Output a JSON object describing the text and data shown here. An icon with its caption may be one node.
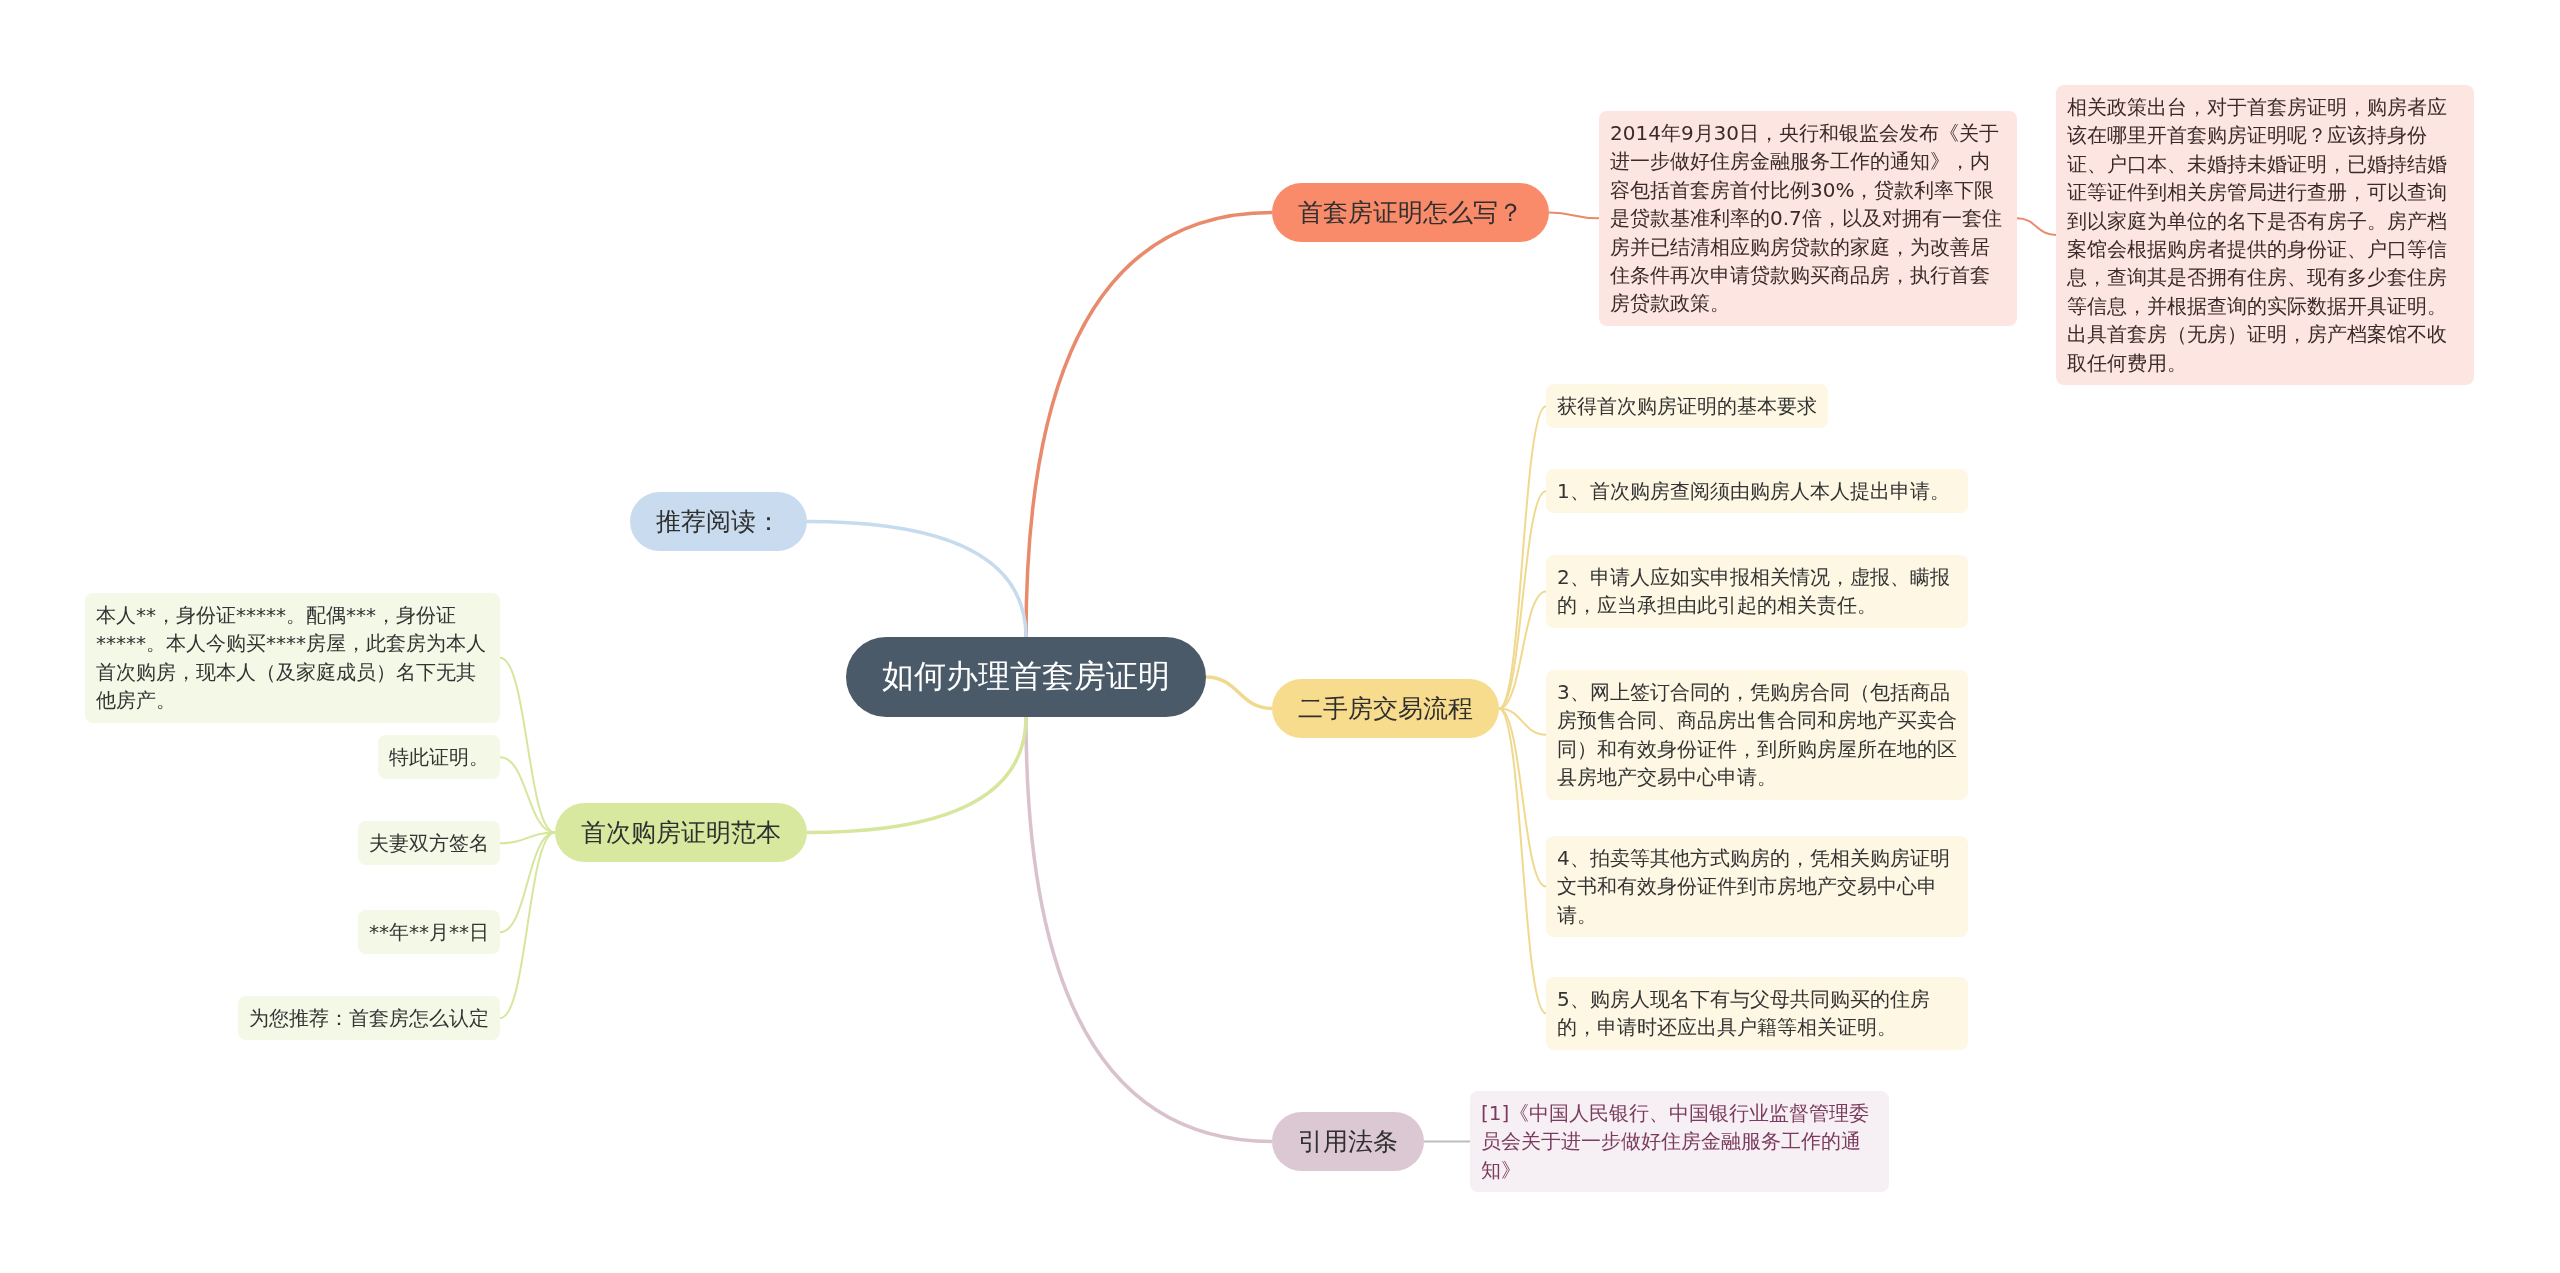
{
  "diagram": {
    "nodes": [
      {
        "text": [
          "如何办理首套房证明"
        ]
      },
      {
        "text": [
          "首套房证明怎么写？"
        ]
      },
      {
        "text": [
          "2014年9月30日，央行和银监会发布《关于进一步做好住房金融服务工作的通知》，内容包括首套房首付比例30%，贷款利率下限是贷款基准利率的0.7倍，以及对拥有一套住房并已结清相应购房贷款的家庭，为改善居住条件再次申请贷款购买商品房，执行首套房贷款政策。"
        ]
      },
      {
        "text": [
          "相关政策出台，对于首套房证明，购房者应该在哪里开首套购房证明呢？应该持身份证、户口本、未婚持未婚证明，已婚持结婚证等证件到相关房管局进行查册，可以查询到以家庭为单位的名下是否有房子。房产档案馆会根据购房者提供的身份证、户口等信息，查询其是否拥有住房、现有多少套住房等信息，并根据查询的实际数据开具证明。出具首套房（无房）证明，房产档案馆不收取任何费用。"
        ]
      },
      {
        "text": [
          "二手房交易流程"
        ]
      },
      {
        "text": [
          "获得首次购房证明的基本要求"
        ]
      },
      {
        "text": [
          "1、首次购房查阅须由购房人本人提出申请。"
        ]
      },
      {
        "text": [
          "2、申请人应如实申报相关情况，虚报、瞒报的，应当承担由此引起的相关责任。"
        ]
      },
      {
        "text": [
          "3、网上签订合同的，凭购房合同（包括商品房预售合同、商品房出售合同和房地产买卖合同）和有效身份证件，到所购房屋所在地的区县房地产交易中心申请。"
        ]
      },
      {
        "text": [
          "4、拍卖等其他方式购房的，凭相关购房证明文书和有效身份证件到市房地产交易中心申请。"
        ]
      },
      {
        "text": [
          "5、购房人现名下有与父母共同购买的住房的，申请时还应出具户籍等相关证明。"
        ]
      },
      {
        "text": [
          "引用法条"
        ]
      },
      {
        "text": [
          "[1]《中国人民银行、中国银行业监督管理委员会关于进一步做好住房金融服务工作的通知》"
        ]
      },
      {
        "text": [
          "推荐阅读："
        ]
      },
      {
        "text": [
          "首次购房证明范本"
        ]
      },
      {
        "text": [
          "本人**，身份证*****。配偶***，身份证*****。本人今购买****房屋，此套房为本人首次购房，现本人（及家庭成员）名下无其他房产。"
        ]
      },
      {
        "text": [
          "特此证明。"
        ]
      },
      {
        "text": [
          "夫妻双方签名"
        ]
      },
      {
        "text": [
          "**年**月**日"
        ]
      },
      {
        "text": [
          "为您推荐：首套房怎么认定"
        ]
      }
    ],
    "edges": [
      {
        "from": 0,
        "to": 1,
        "arrow": "none",
        "color": "#e98a6c"
      },
      {
        "from": 1,
        "to": 2,
        "arrow": "none",
        "color": "#e98a6c"
      },
      {
        "from": 2,
        "to": 3,
        "arrow": "none",
        "color": "#e98a6c"
      },
      {
        "from": 0,
        "to": 4,
        "arrow": "none",
        "color": "#f0d98e"
      },
      {
        "from": 4,
        "to": 5,
        "arrow": "none",
        "color": "#f0d98e"
      },
      {
        "from": 4,
        "to": 6,
        "arrow": "none",
        "color": "#f0d98e"
      },
      {
        "from": 4,
        "to": 7,
        "arrow": "none",
        "color": "#f0d98e"
      },
      {
        "from": 4,
        "to": 8,
        "arrow": "none",
        "color": "#f0d98e"
      },
      {
        "from": 4,
        "to": 9,
        "arrow": "none",
        "color": "#f0d98e"
      },
      {
        "from": 4,
        "to": 10,
        "arrow": "none",
        "color": "#f0d98e"
      },
      {
        "from": 0,
        "to": 11,
        "arrow": "none",
        "color": "#d9c2ce"
      },
      {
        "from": 11,
        "to": 12,
        "arrow": "none",
        "color": "#bdbdbd"
      },
      {
        "from": 0,
        "to": 13,
        "arrow": "none",
        "color": "#c6dbee"
      },
      {
        "from": 0,
        "to": 14,
        "arrow": "none",
        "color": "#d6e69c"
      },
      {
        "from": 14,
        "to": 15,
        "arrow": "none",
        "color": "#d6e69c"
      },
      {
        "from": 14,
        "to": 16,
        "arrow": "none",
        "color": "#d6e69c"
      },
      {
        "from": 14,
        "to": 17,
        "arrow": "none",
        "color": "#d6e69c"
      },
      {
        "from": 14,
        "to": 18,
        "arrow": "none",
        "color": "#d6e69c"
      },
      {
        "from": 14,
        "to": 19,
        "arrow": "none",
        "color": "#d6e69c"
      }
    ]
  }
}
